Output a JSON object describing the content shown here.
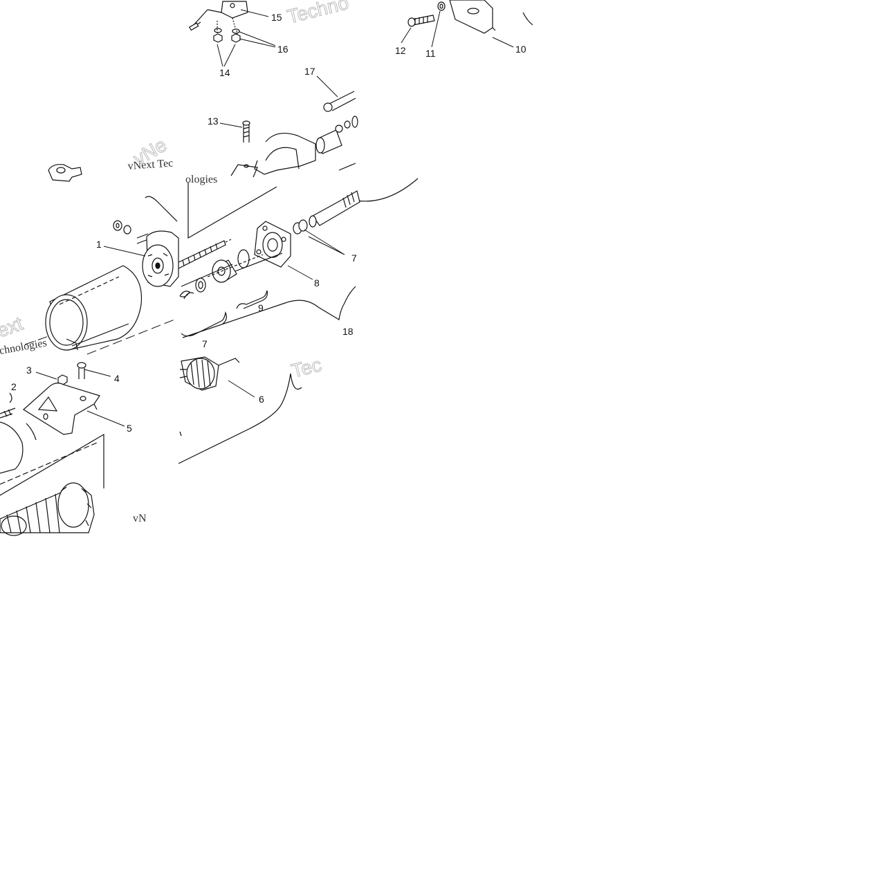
{
  "diagram": {
    "labels": {
      "p1": "1",
      "p2": "2",
      "p3": "3",
      "p4": "4",
      "p5": "5",
      "p6": "6",
      "p7a": "7",
      "p7b": "7",
      "p8": "8",
      "p9": "9",
      "p10": "10",
      "p11": "11",
      "p12": "12",
      "p13": "13",
      "p14": "14",
      "p15": "15",
      "p16": "16",
      "p17": "17",
      "p18": "18"
    },
    "watermarks": {
      "w_top": "Techno",
      "w_vnext": "vNext Tec",
      "w_ologies": "ologies",
      "w_vne_diag": "vNe",
      "w_xt": "ext",
      "w_chnol": "chnologies",
      "w_tec": "Tec",
      "w_vn": "vN"
    }
  }
}
